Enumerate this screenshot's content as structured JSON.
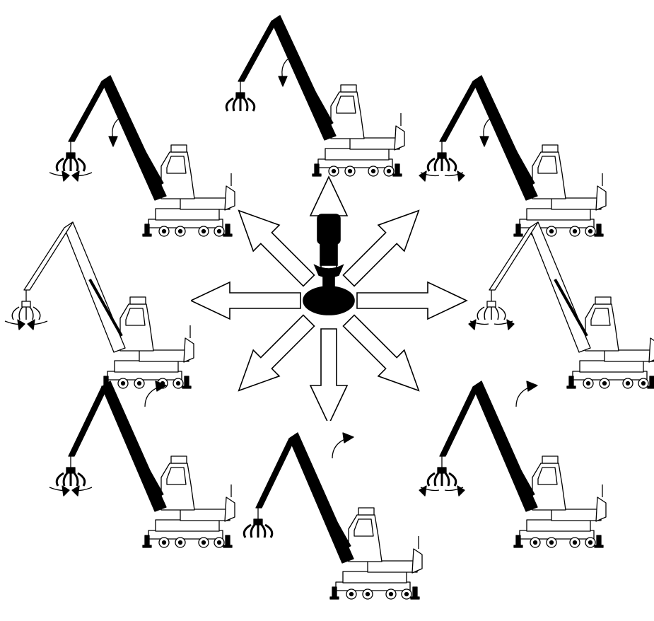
{
  "figure": {
    "type": "joystick-direction-diagram",
    "line_color": "#000000",
    "background": "#ffffff"
  },
  "center": {
    "joystick_icon": "joystick-icon",
    "arrow_directions": [
      "forward",
      "forward-right",
      "right",
      "back-right",
      "back",
      "back-left",
      "left",
      "forward-left"
    ]
  },
  "machines": [
    {
      "id": "top",
      "position_word": "top",
      "boom": "lowered",
      "grab": "neutral",
      "boom_fill": "black"
    },
    {
      "id": "top-left",
      "position_word": "top-left",
      "boom": "lowered",
      "grab": "close",
      "boom_fill": "black"
    },
    {
      "id": "top-right",
      "position_word": "top-right",
      "boom": "lowered",
      "grab": "open",
      "boom_fill": "black"
    },
    {
      "id": "left",
      "position_word": "left",
      "boom": "neutral",
      "grab": "close",
      "boom_fill": "white"
    },
    {
      "id": "right",
      "position_word": "right",
      "boom": "neutral",
      "grab": "open",
      "boom_fill": "white"
    },
    {
      "id": "bottom-left",
      "position_word": "bottom-left",
      "boom": "raised",
      "grab": "close",
      "boom_fill": "black"
    },
    {
      "id": "bottom",
      "position_word": "bottom",
      "boom": "raised",
      "grab": "neutral",
      "boom_fill": "black"
    },
    {
      "id": "bottom-right",
      "position_word": "bottom-right",
      "boom": "raised",
      "grab": "open",
      "boom_fill": "black"
    }
  ]
}
